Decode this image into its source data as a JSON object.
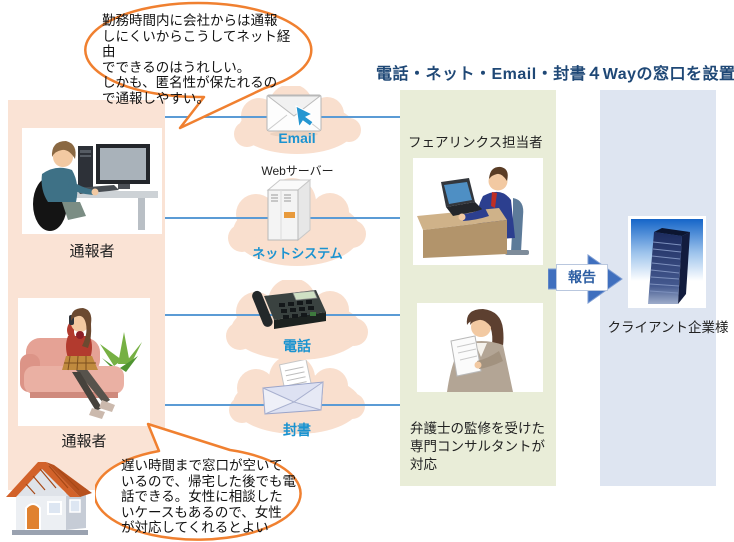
{
  "title": "電話・ネット・Email・封書４Wayの窓口を設置",
  "speech_bubbles": {
    "top": "勤務時間内に会社からは通報\nしにくいからこうしてネット経由\nでできるのはうれしい。\nしかも、匿名性が保たれるの\nで通報しやすい。",
    "bottom": "遅い時間まで窓口が空いて\nいるので、帰宅した後でも電\n話できる。女性に相談した\nいケースもあるので、女性\nが対応してくれるとよい"
  },
  "reporters": {
    "top_label": "通報者",
    "bottom_label": "通報者"
  },
  "channels": {
    "email": {
      "label": "Email"
    },
    "net": {
      "label": "ネットシステム",
      "server_label": "Webサーバー"
    },
    "phone": {
      "label": "電話"
    },
    "mail": {
      "label": "封書"
    }
  },
  "staff": {
    "heading": "フェアリンクス担当者",
    "note": "弁護士の監修を受けた\n専門コンサルタントが\n対応"
  },
  "client": {
    "label": "クライアント企業様"
  },
  "report_arrow": {
    "label": "報告"
  },
  "icons": {
    "email": "envelope-with-cursor",
    "net": "web-server-tower",
    "phone": "desk-phone",
    "mail": "open-envelope-letter",
    "house": "reporter-home-house",
    "client": "office-building"
  },
  "colors": {
    "title_text": "#1f4876",
    "channel_label": "#1b93d0",
    "reporter_panel": "#fae3d5",
    "staff_panel": "#e9edd8",
    "client_panel": "#dee5f1",
    "connector_line": "#5b9bd5",
    "bubble_border": "#f08030",
    "arrow_fill": "#3f6fbe",
    "report_text": "#2e5fa3"
  }
}
